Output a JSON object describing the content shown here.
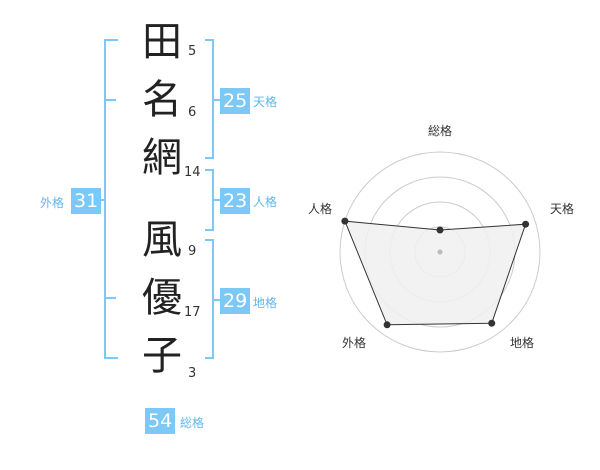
{
  "name": {
    "surname": [
      {
        "char": "田",
        "strokes": "5"
      },
      {
        "char": "名",
        "strokes": "6"
      },
      {
        "char": "網",
        "strokes": "14"
      }
    ],
    "given": [
      {
        "char": "風",
        "strokes": "9"
      },
      {
        "char": "優",
        "strokes": "17"
      },
      {
        "char": "子",
        "strokes": "3"
      }
    ]
  },
  "fortunes": {
    "tenkaku": {
      "value": "25",
      "label": "天格"
    },
    "jinkaku": {
      "value": "23",
      "label": "人格"
    },
    "chikaku": {
      "value": "29",
      "label": "地格"
    },
    "gaikaku": {
      "value": "31",
      "label": "外格"
    },
    "soukaku": {
      "value": "54",
      "label": "総格"
    }
  },
  "colors": {
    "accent": "#7cc8f7",
    "label": "#5eb7ef",
    "bracket": "#7cc8f7",
    "radar_fill": "#f0f0f0",
    "radar_ring": "#cccccc"
  },
  "chart_data": {
    "type": "radar",
    "axes": [
      "総格",
      "天格",
      "地格",
      "外格",
      "人格"
    ],
    "values": [
      0.22,
      0.9,
      0.88,
      0.9,
      1.0
    ],
    "range": [
      0,
      1
    ],
    "rings": 4
  }
}
